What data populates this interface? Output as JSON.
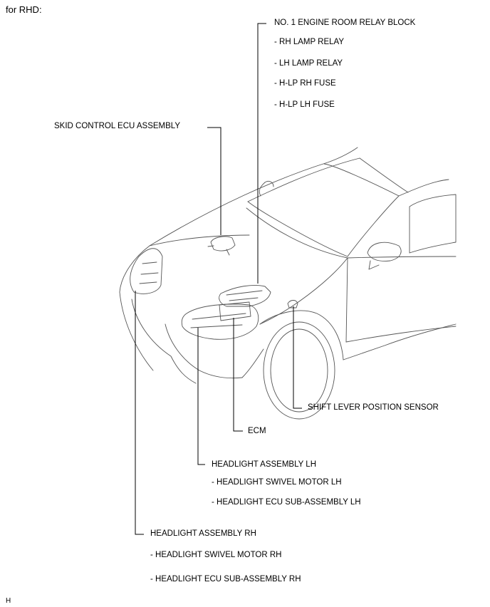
{
  "header": {
    "label": "for RHD:"
  },
  "footer": {
    "code": "H"
  },
  "labels": {
    "relay_block": "NO. 1 ENGINE ROOM RELAY BLOCK",
    "rh_lamp_relay": "- RH LAMP RELAY",
    "lh_lamp_relay": "- LH LAMP RELAY",
    "hlp_rh_fuse": "- H-LP RH FUSE",
    "hlp_lh_fuse": "- H-LP LH FUSE",
    "skid_ecu": "SKID CONTROL ECU ASSEMBLY",
    "shift_sensor": "SHIFT LEVER POSITION SENSOR",
    "ecm": "ECM",
    "headlight_lh": "HEADLIGHT ASSEMBLY LH",
    "swivel_lh": "- HEADLIGHT SWIVEL MOTOR LH",
    "ecu_sub_lh": "- HEADLIGHT ECU SUB-ASSEMBLY LH",
    "headlight_rh": "HEADLIGHT ASSEMBLY RH",
    "swivel_rh": "- HEADLIGHT SWIVEL MOTOR RH",
    "ecu_sub_rh": "- HEADLIGHT ECU SUB-ASSEMBLY RH"
  }
}
